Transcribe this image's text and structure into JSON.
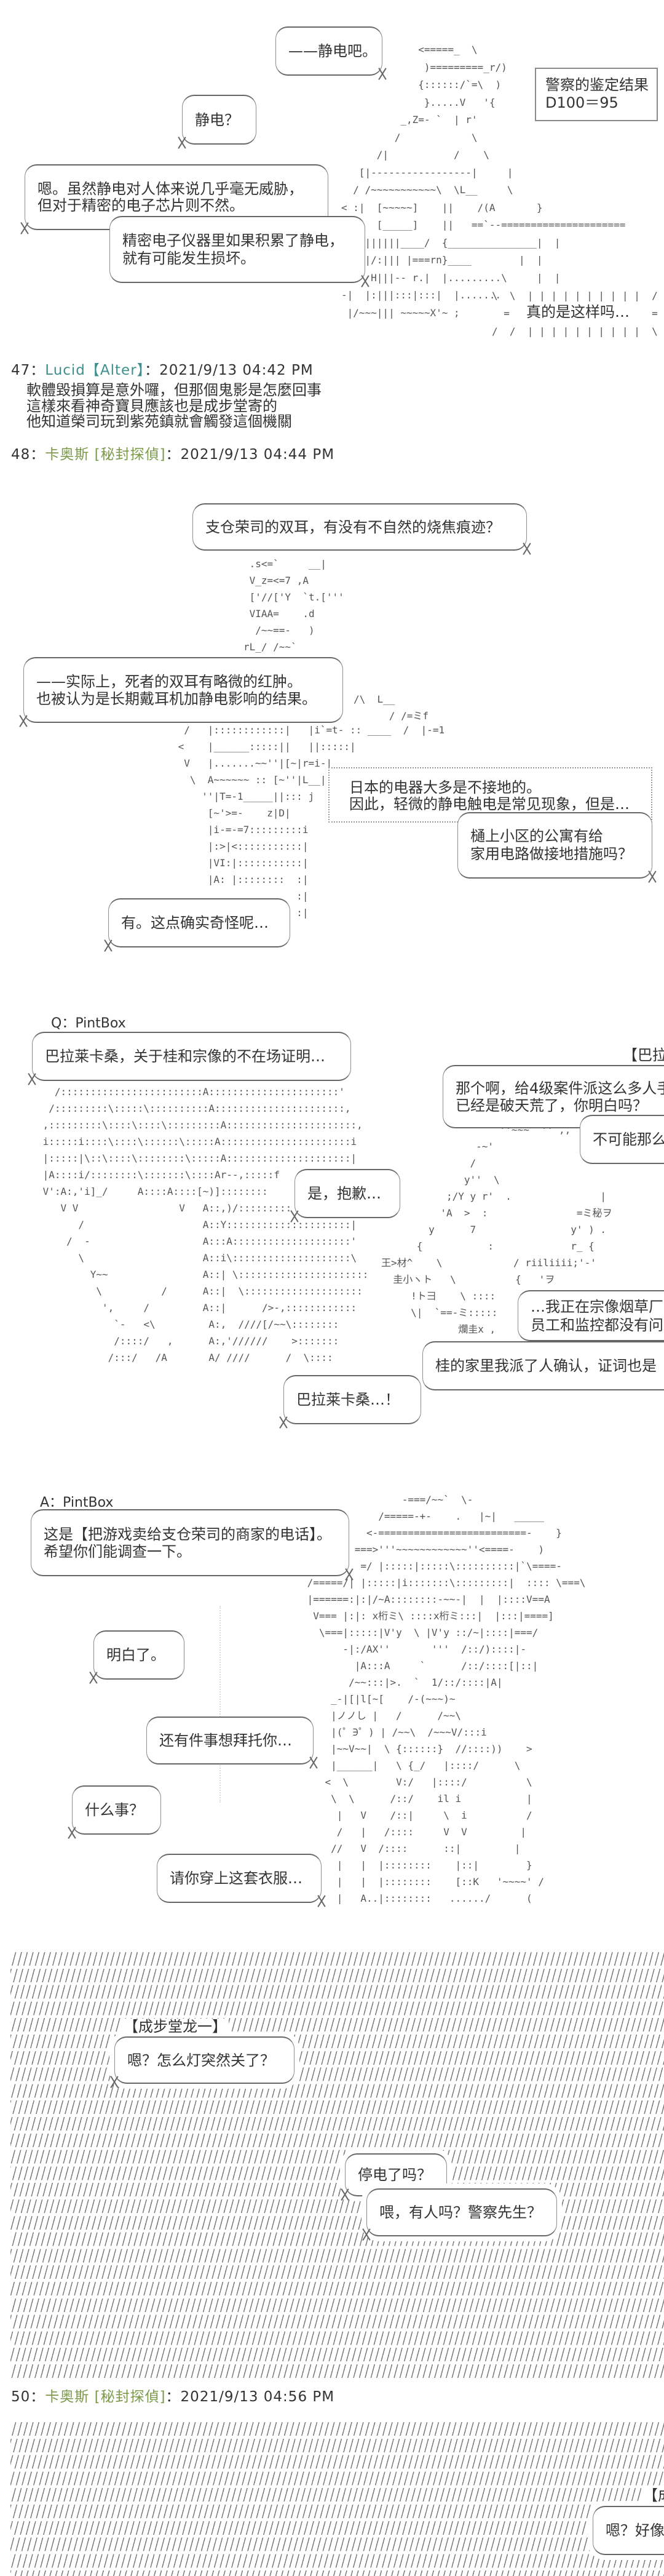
{
  "colors": {
    "text": "#333333",
    "name_teal": "#3f8f8f",
    "name_olive": "#7d9a4c",
    "hatch": "#7a7a7a"
  },
  "scene_46": {
    "bubbles": [
      {
        "lines": [
          "——静电吧。"
        ]
      },
      {
        "lines": [
          "静电？"
        ]
      },
      {
        "lines": [
          "嗯。虽然静电对人体来说几乎毫无威胁，",
          "但对于精密的电子芯片则不然。"
        ]
      },
      {
        "lines": [
          "精密电子仪器里如果积累了静电，",
          "就有可能发生损坏。"
        ]
      }
    ],
    "result_box": {
      "title": "警察的鉴定结果",
      "roll": "D100＝95"
    },
    "monologue": "真的是这样吗…",
    "figure_art": [
      "             <=====_  \\",
      "              )=========_r/)",
      "             {::::::/`=\\  )",
      "              }.....V   '{",
      "          _,Z=- `  | r'",
      "         /            \\",
      "      /|           /    \\",
      "   [|-----------------|     |",
      "  / /~~~~~~~~~~~\\  \\L__     \\",
      "< :|  [~~~~~]    ||    /(A       }",
      " \\ |  [_____]    ||   ==`--=====================",
      "    ||||||____/  {_______________|  |",
      "    |/:||| |===rn}____        |  |",
      "     H|||-- r.|  |.........\\     |  |",
      "-|  |:|||:::|:::|  |.......",
      " |/~~~||| ~~~~~X'~ ;"
    ],
    "burst_art": [
      "\\  \\  | | | | | | | | | |  /  /",
      "  =                        =",
      "/  /  | | | | | | | | | |  \\  \\"
    ]
  },
  "posts": [
    {
      "number": "47：",
      "name": "Lucid【Alter】",
      "date": "：2021/9/13 04:42 PM",
      "body": [
        "軟體毀損算是意外囉，但那個鬼影是怎麼回事",
        "這樣來看神奇寶貝應該也是成步堂寄的",
        "他知道榮司玩到紫苑鎮就會觸發這個機關"
      ]
    },
    {
      "number": "48：",
      "name": "卡奥斯 [秘封探偵]",
      "date": "：2021/9/13 04:44 PM"
    },
    {
      "number": "50：",
      "name": "卡奥斯 [秘封探偵]",
      "date": "：2021/9/13 04:56 PM"
    }
  ],
  "scene_48": {
    "bubbles": [
      {
        "lines": [
          "支仓荣司的双耳，有没有不自然的烧焦痕迹？"
        ]
      },
      {
        "lines": [
          "——实际上，死者的双耳有略微的红肿。",
          "也被认为是长期戴耳机加静电影响的结果。"
        ]
      },
      {
        "lines": [
          "樋上小区的公寓有给",
          "家用电路做接地措施吗？"
        ]
      },
      {
        "lines": [
          "有。这点确实奇怪呢…"
        ]
      }
    ],
    "narration": [
      "日本的电器大多是不接地的。",
      "因此，轻微的静电触电是常见现象，但是…"
    ],
    "head_art": [
      " .s<=`     __|",
      " V_z=<=7 ,A",
      " ['//['Y  `t.['''",
      " VIAA=    .d",
      "  /~~==-   )",
      "rL_/ /~~`"
    ],
    "scribble_art": [
      "/\\  L__",
      "      / /=ミf"
    ],
    "body_art": [
      "  /   |::::::::::::|   |i`=t- :: ____  /  |-=1",
      " <    |______:::::||   ||:::::|",
      "  V   |.......~~''|[~|r=i-|",
      "   \\  A~~~~~~ :: [~''|L__|",
      "     ''|T=-1_____||::: j",
      "      [~'>=-    z|D|",
      "      |i-=-=7:::::::::i",
      "      |:>|<:::::::::::|",
      "      |VI:|:::::::::::|",
      "      |A: |::::::::  :|",
      "                     :|",
      "                     :|"
    ]
  },
  "question": {
    "label": "Q：PintBox",
    "speaker_right": "【巴拉莱",
    "bubbles": [
      {
        "lines": [
          "巴拉莱卡桑，关于桂和宗像的不在场证明…"
        ]
      },
      {
        "lines": [
          "那个啊，给4级案件派这么多人手",
          "已经是破天荒了，你明白吗？"
        ]
      },
      {
        "lines": [
          "不可能那么"
        ]
      },
      {
        "lines": [
          "是，抱歉…"
        ]
      },
      {
        "lines": [
          "…我正在宗像烟草厂",
          "员工和监控都没有问"
        ]
      },
      {
        "lines": [
          "桂的家里我派了人确认，证词也是"
        ]
      },
      {
        "lines": [
          "巴拉莱卡桑…！"
        ]
      }
    ],
    "left_art": [
      "   /::::::::::::::::::::::::A::::::::::::::::::::::'",
      "  /:::::::::\\:::::\\::::::::::A::::::::::::::::::::::,",
      " ,:::::::::\\::::\\::::\\:::::::::A::::::::::::::::::::::,",
      " i:::::i::::\\::::\\::::::\\:::::A::::::::::::::::::::::i",
      " |:::::|\\::\\::::\\::::::::\\:::::A:::::::::::::::::::::|",
      " |A::::i/::::::::\\:::::::\\::::Ar--,:::::f",
      " V':A:,'i]_/     A::::A::::[~)]::::::::",
      "    V V                 V   A::,)/:::::::::",
      "       /                    A::Y:::::::::::::::::::::|",
      "     /  -                   A:::A::::::::::::::::::::'",
      "       \\                    A::i\\::::::::::::::::::::\\",
      "         Y~~                A::| \\::::::::::::::::::::::",
      "          \\          /      A::|  \\::::::::::::::::::::",
      "           ',     /         A::|      />-,::::::::::::",
      "             `-   <\\         A:,  ////[/~~\\::::::::",
      "             /::::/   ,      A:,'//////    >:::::::",
      "            /:::/   /A       A/ ////      /  \\::::"
    ],
    "right_art": [
      "                    ''~~~  '' ,,",
      "                -~'",
      "               /",
      "              y''  \\",
      "           ;/Y y r'  .               |",
      "          'A  >  :               =ミ秘ヲ",
      "        y      7                y' ) .",
      "      {           :             r_ {",
      "王>材^    \\            / riiliiii;'-'",
      "  圭小ヽト   \\          {   'ヲ",
      "     !ト彐    \\ ::::  ",
      "     \\|  `==-ミ:::::",
      "             爛圭x ,"
    ]
  },
  "answer": {
    "label": "A：PintBox",
    "bubbles": [
      {
        "lines": [
          "这是【把游戏卖给支仓荣司的商家的电话】。",
          "希望你们能调查一下。"
        ]
      },
      {
        "lines": [
          "明白了。"
        ]
      },
      {
        "lines": [
          "还有件事想拜托你…"
        ]
      },
      {
        "lines": [
          "什么事？"
        ]
      },
      {
        "lines": [
          "请你穿上这套衣服…"
        ]
      }
    ],
    "figure_art": [
      "                 -===/~~`  \\-",
      "             /=====-+-    .   |~|   _____",
      "           <-=========================-    }",
      "         ===>'''~~~~~~~~~~~~''<====-    )",
      "          =/ |:::::|:::::\\::::::::::|`\\====-",
      " /=====/| |:::::|i:::::::\\:::::::::|  :::: \\===\\",
      " |======:|:|/~A::::::::-~~-|  |  |::::V==A",
      "  V=== |:|: x桁ミ\\ ::::x桁ミ:::|  |:::|====]",
      "   \\===|:::::|V'y  \\ |V'y ::/~|::::|===/",
      "       -|:/AX''       '''  /::/)::::|-",
      "         |A:::A     `      /::/::::[|::|",
      "        /~~:::|>.  `  1/::/::::|A|",
      "     _-|[|l[~[    /-(~~~)~",
      "     |ノノし |   /      /~~\\",
      "     |(゜∋゜) | /~~\\  /~~~V/:::i",
      "     |~~V~~|  \\ {::::::}  //::::))    >",
      "     |______|   \\ {_/   |::::/      \\",
      "    <  \\        V:/   |::::/          \\",
      "     \\  \\      /::/    il i           |",
      "      |   V    /::|     \\  i          /",
      "      /   |   /::::     V  V         |",
      "     //   V  /::::      ::|         |",
      "      |   |  |::::::::    |::|        }",
      "      |   |  |::::::::    [::K   '~~~~' /",
      "      |   A..|::::::::   ....../      ("
    ]
  },
  "blackout_1": {
    "speaker": "【成步堂龙一】",
    "bubbles": [
      {
        "lines": [
          "嗯？怎么灯突然关了？"
        ]
      },
      {
        "lines": [
          "停电了吗？"
        ]
      },
      {
        "lines": [
          "喂，有人吗？警察先生？"
        ]
      }
    ]
  },
  "blackout_2": {
    "speaker": "【成",
    "bubbles": [
      {
        "lines": [
          "嗯？好像"
        ]
      }
    ]
  }
}
